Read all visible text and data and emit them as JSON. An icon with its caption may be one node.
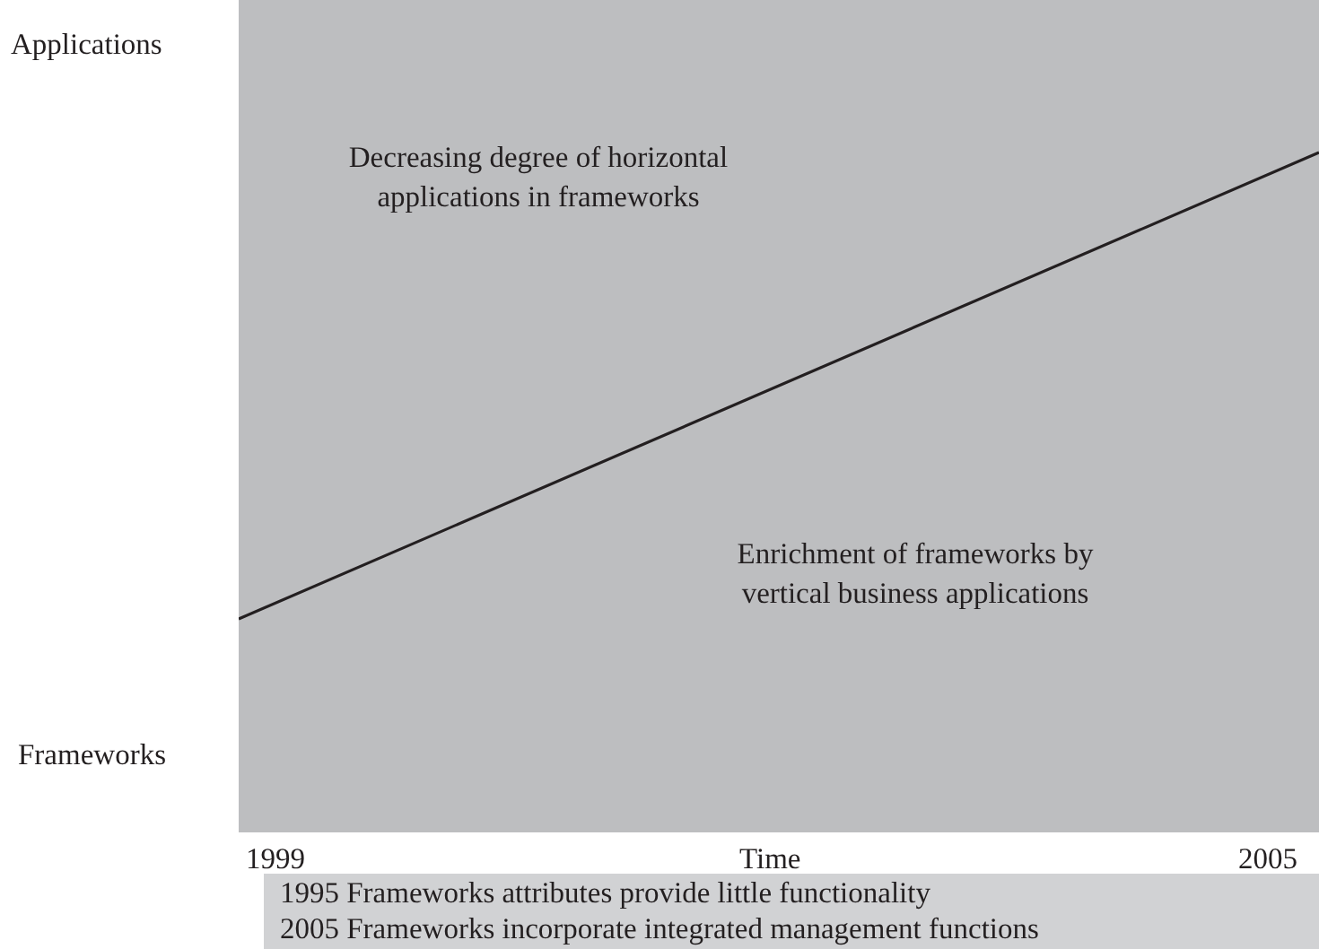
{
  "diagram": {
    "nodes": [
      {
        "text": [
          "1995 Frameworks attributes provide little functionality",
          "2005 Frameworks incorporate integrated management functions"
        ]
      }
    ],
    "labels": [
      "Applications",
      "Decreasing degree of horizontal applications in frameworks",
      "Enrichment of frameworks by vertical business applications",
      "Frameworks",
      "1999",
      "Time",
      "2005"
    ]
  }
}
